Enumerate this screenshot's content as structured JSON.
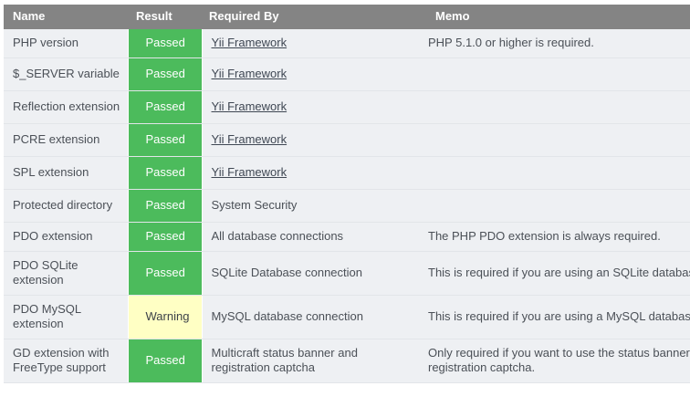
{
  "table": {
    "name": "system-requirements-check",
    "columns": [
      {
        "key": "name",
        "label": "Name"
      },
      {
        "key": "result",
        "label": "Result"
      },
      {
        "key": "reqby",
        "label": "Required By"
      },
      {
        "key": "memo",
        "label": "Memo"
      }
    ],
    "colors": {
      "header_bg": "#848484",
      "header_text": "#ffffff",
      "row_bg": "#eef0f3",
      "row_border": "#e2e5e9",
      "passed_bg": "#4cbb5c",
      "passed_text": "#ffffff",
      "warning_bg": "#ffffc4",
      "warning_text": "#3d4249",
      "link_text": "#3f4753",
      "body_text": "#4b5057"
    },
    "rows": [
      {
        "name": "PHP version",
        "result": "Passed",
        "status": "passed",
        "reqby": "Yii Framework",
        "reqby_is_link": true,
        "memo": "PHP 5.1.0 or higher is required."
      },
      {
        "name": "$_SERVER variable",
        "result": "Passed",
        "status": "passed",
        "reqby": "Yii Framework",
        "reqby_is_link": true,
        "memo": ""
      },
      {
        "name": "Reflection extension",
        "result": "Passed",
        "status": "passed",
        "reqby": "Yii Framework",
        "reqby_is_link": true,
        "memo": ""
      },
      {
        "name": "PCRE extension",
        "result": "Passed",
        "status": "passed",
        "reqby": "Yii Framework",
        "reqby_is_link": true,
        "memo": ""
      },
      {
        "name": "SPL extension",
        "result": "Passed",
        "status": "passed",
        "reqby": "Yii Framework",
        "reqby_is_link": true,
        "memo": ""
      },
      {
        "name": "Protected directory",
        "result": "Passed",
        "status": "passed",
        "reqby": "System Security",
        "reqby_is_link": false,
        "memo": ""
      },
      {
        "name": "PDO extension",
        "result": "Passed",
        "status": "passed",
        "reqby": "All database connections",
        "reqby_is_link": false,
        "memo": "The PHP PDO extension is always required."
      },
      {
        "name": "PDO SQLite extension",
        "result": "Passed",
        "status": "passed",
        "reqby": "SQLite Database connection",
        "reqby_is_link": false,
        "memo": "This is required if you are using an SQLite database."
      },
      {
        "name": "PDO MySQL extension",
        "result": "Warning",
        "status": "warning",
        "reqby": "MySQL database connection",
        "reqby_is_link": false,
        "memo": "This is required if you are using a MySQL database."
      },
      {
        "name": "GD extension with FreeType support",
        "result": "Passed",
        "status": "passed",
        "reqby": "Multicraft status banner and registration captcha",
        "reqby_is_link": false,
        "memo": "Only required if you want to use the status banners or registration captcha."
      }
    ]
  }
}
